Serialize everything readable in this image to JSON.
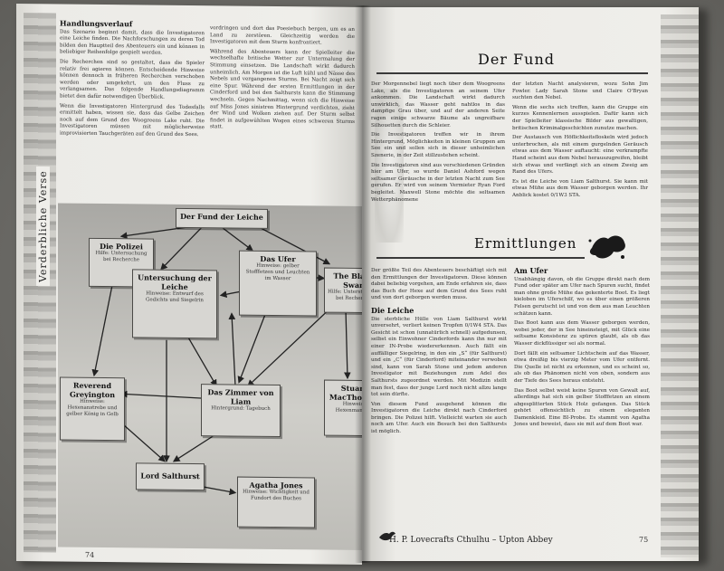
{
  "left_page": {
    "side_title": "Verderbliche Verse",
    "heading": "Handlungsverlauf",
    "col1_text": [
      "Das Szenario beginnt damit, dass die Investigatoren eine Leiche finden. Die Nachforschungen zu deren Tod bilden den Hauptteil des Abenteuers ein und können in beliebiger Reihenfolge gespielt werden.",
      "Die Recherchen sind so gestaltet, dass die Spieler relativ frei agieren können. Entscheidende Hinweise können dennoch in früheren Recherchen verschoben werden oder umgekehrt, um den Fluss zu verlangsamen. Das folgende Handlungsdiagramm bietet den dafür notwendigen Überblick.",
      "Wenn die Investigatoren Hintergrund des Todesfalls ermittelt haben, wissen sie, dass das Gelbe Zeichen noch auf dem Grund des Woogreens Lake ruht. Die Investigatoren müssen mit möglicherweise improvisierten Tauchgeräten auf den Grund des Sees."
    ],
    "col2_text": [
      "vordringen und dort das Poesiebuch bergen, um es an Land zu zerstören. Gleichzeitig werden die Investigatoren mit dem Sturm konfrontiert.",
      "Während des Abenteuers kann der Spielleiter die wechselhafte britische Wetter zur Untermalung der Stimmung einsetzen. Die Landschaft wirkt dadurch unheimlich. Am Morgen ist die Luft kühl und Nässe des Nebels und vergangenen Sturms. Bei Nacht zeigt sich eine Spur. Während der ersten Ermittlungen in der Cinderford und bei den Salthursts kann die Stimmung wechseln. Gegen Nachmittag, wenn sich die Hinweise auf Miss Jones sinistren Hintergrund verdichten, zieht der Wind und Wolken ziehen auf. Der Sturm selbst findet in aufgewühlten Wogen eines schweren Sturms statt."
    ],
    "page_number": "74"
  },
  "diagram": {
    "nodes": [
      {
        "id": "fund",
        "title": "Der Fund der Leiche",
        "sub": ""
      },
      {
        "id": "polizei",
        "title": "Die Polizei",
        "sub": "Hilfe: Untersuchung bei Recherche"
      },
      {
        "id": "untersuchung",
        "title": "Untersuchung der Leiche",
        "sub": "Hinweise: Entwurf des Gedichts und Siegelrin"
      },
      {
        "id": "ufer",
        "title": "Das Ufer",
        "sub": "Hinweise: gelber Stofffetzen und Leuchten im Wasser"
      },
      {
        "id": "swan",
        "title": "The Black Swan",
        "sub": "Hilfe: Unterstützung bei Recherche"
      },
      {
        "id": "reverend",
        "title": "Reverend Greyington",
        "sub": "Hinweise: Hexenanstrebe und gelber König in Gelb"
      },
      {
        "id": "zimmer",
        "title": "Das Zimmer von Liam",
        "sub": "Hintergrund: Tagebuch"
      },
      {
        "id": "stuart",
        "title": "Stuart MacThomas",
        "sub": "Hinweis: Hexenmantele"
      },
      {
        "id": "salthurst",
        "title": "Lord Salthurst",
        "sub": ""
      },
      {
        "id": "agatha",
        "title": "Agatha Jones",
        "sub": "Hinweise: Wichtigkeit und Fundort des Buches"
      }
    ]
  },
  "right_page": {
    "title_fund": "Der Fund",
    "title_erm": "Ermittlungen",
    "fund_col1": [
      "Der Morgennebel liegt noch über dem Woogreens Lake, als die Investigatoren an seinem Ufer ankommen. Die Landschaft wirkt dadurch unwirklich, das Wasser geht nahtlos in das dampfige Grau über, und auf der anderen Seite ragen einige schwarze Bäume als ungreifbare Silhouetten durch die Schleier.",
      "Die Investigatoren treffen wir in ihrem Hintergrund, Möglichkeiten in kleinen Gruppen am See ein und sollen sich in dieser unheimlichen Szenerie, in der Zeit stillzustehen scheint.",
      "Die Investigatoren sind aus verschiedenen Gründen hier am Ufer, so wurde Daniel Ashford wegen seltsamer Geräusche in der letzten Nacht zum See gerufen. Er wird von seinem Vermieter Ryan Ford begleitet. Maxwell Stone möchte die seltsamen Wetterphänomene"
    ],
    "fund_col2": [
      "der letzten Nacht analysieren, wozu Sohn Jim Fowler. Lady Sarah Stone und Claire O'Bryan suchten den Nebel.",
      "Wenn die sechs sich treffen, kann die Gruppe ein kurzes Kennenlernen ausspielen. Dafür kann sich der Spielleiter klassische Bilder aus gewaltigen, britischen Kriminalgeschichten zunutze machen.",
      "Der Austausch von Höflichkeitsfloskeln wird jedoch unterbrochen, als mit einem gurgelnden Geräusch etwas aus dem Wasser auftaucht: eine verkrampfte Hand scheint aus dem Nebel herauszugreifen, bleibt sich etwas und verfängt sich an einem Zweig am Rand des Ufers.",
      "Es ist die Leiche von Liam Salthurst. Sie kann mit etwas Mühe aus dem Wasser geborgen werden. Ihr Anblick kostet 0/1W3 STA."
    ],
    "erm_col1_intro": "Der größte Teil des Abenteuers beschäftigt sich mit den Ermittlungen der Investigatoren. Diese können dabei beliebig vorgehen, am Ende erfahren sie, dass das Buch der Hexe auf dem Grund des Sees ruht und von dort geborgen werden muss.",
    "leiche_heading": "Die Leiche",
    "leiche_text": [
      "Die sterbliche Hülle von Liam Salthurst wirkt unversehrt, verliert keinen Tropfen 0/1W4 STA. Das Gesicht ist schon (unnatürlich schnell) aufgedunsen, selbst ein Einwohner Cinderfords kann ihn nur mit einer IN-Probe wiedererkennen. Auch fällt ein auffälliger Siegelring, in den ein „S“ (für Salthurst) und ein „C“ (für Cinderford) miteinander verwoben sind, kann von Sarah Stone und jedem anderen Investigator mit Beziehungen zum Adel des Salthursts zugeordnet werden. Mit Medizin stellt man fest, dass der junge Lord noch nicht allzu lange tot sein dürfte.",
      "Von diesem Fund ausgehend können die Investigatoren die Leiche direkt nach Cinderford bringen. Die Polizei hilft. Vielleicht warten sie auch noch am Ufer. Auch ein Besuch bei den Salthursts ist möglich."
    ],
    "ufer_heading": "Am Ufer",
    "ufer_text": [
      "Unabhängig davon, ob die Gruppe direkt nach dem Fund oder später am Ufer nach Spuren sucht, findet man ohne große Mühe das gekenterte Boot. Es liegt kieloben im Uferschilf, wo es über einen größeren Felsen gerutscht ist und von dem aus man Leuchten schätzen kann.",
      "Das Boot kann aus dem Wasser geborgen werden, wobei jeder, der in See hineinsteigt, mit Glück eine seltsame Konsistenz zu spüren glaubt, als ob das Wasser dickflüssiger sei als normal.",
      "Dort fällt ein seltsamer Lichtschein auf das Wasser, etwa dreißig bis vierzig Meter vom Ufer entfernt. Die Quelle ist nicht zu erkennen, und es scheint so, als ob das Phänomen nicht von oben, sondern aus der Tiefe des Sees heraus entsteht.",
      "Das Boot selbst weist keine Spuren von Gewalt auf, allerdings hat sich ein gelber Stofffetzen an einem abgesplitterten Stück Holz gefangen. Das Stück gehört offensichtlich zu einem eleganten Damenkleid. Eine BI-Probe. Es stammt von Agatha Jones und beweist, dass sie mit auf dem Boot war."
    ],
    "footer": "H. P. Lovecrafts Cthulhu – Upton Abbey",
    "page_number": "75"
  }
}
